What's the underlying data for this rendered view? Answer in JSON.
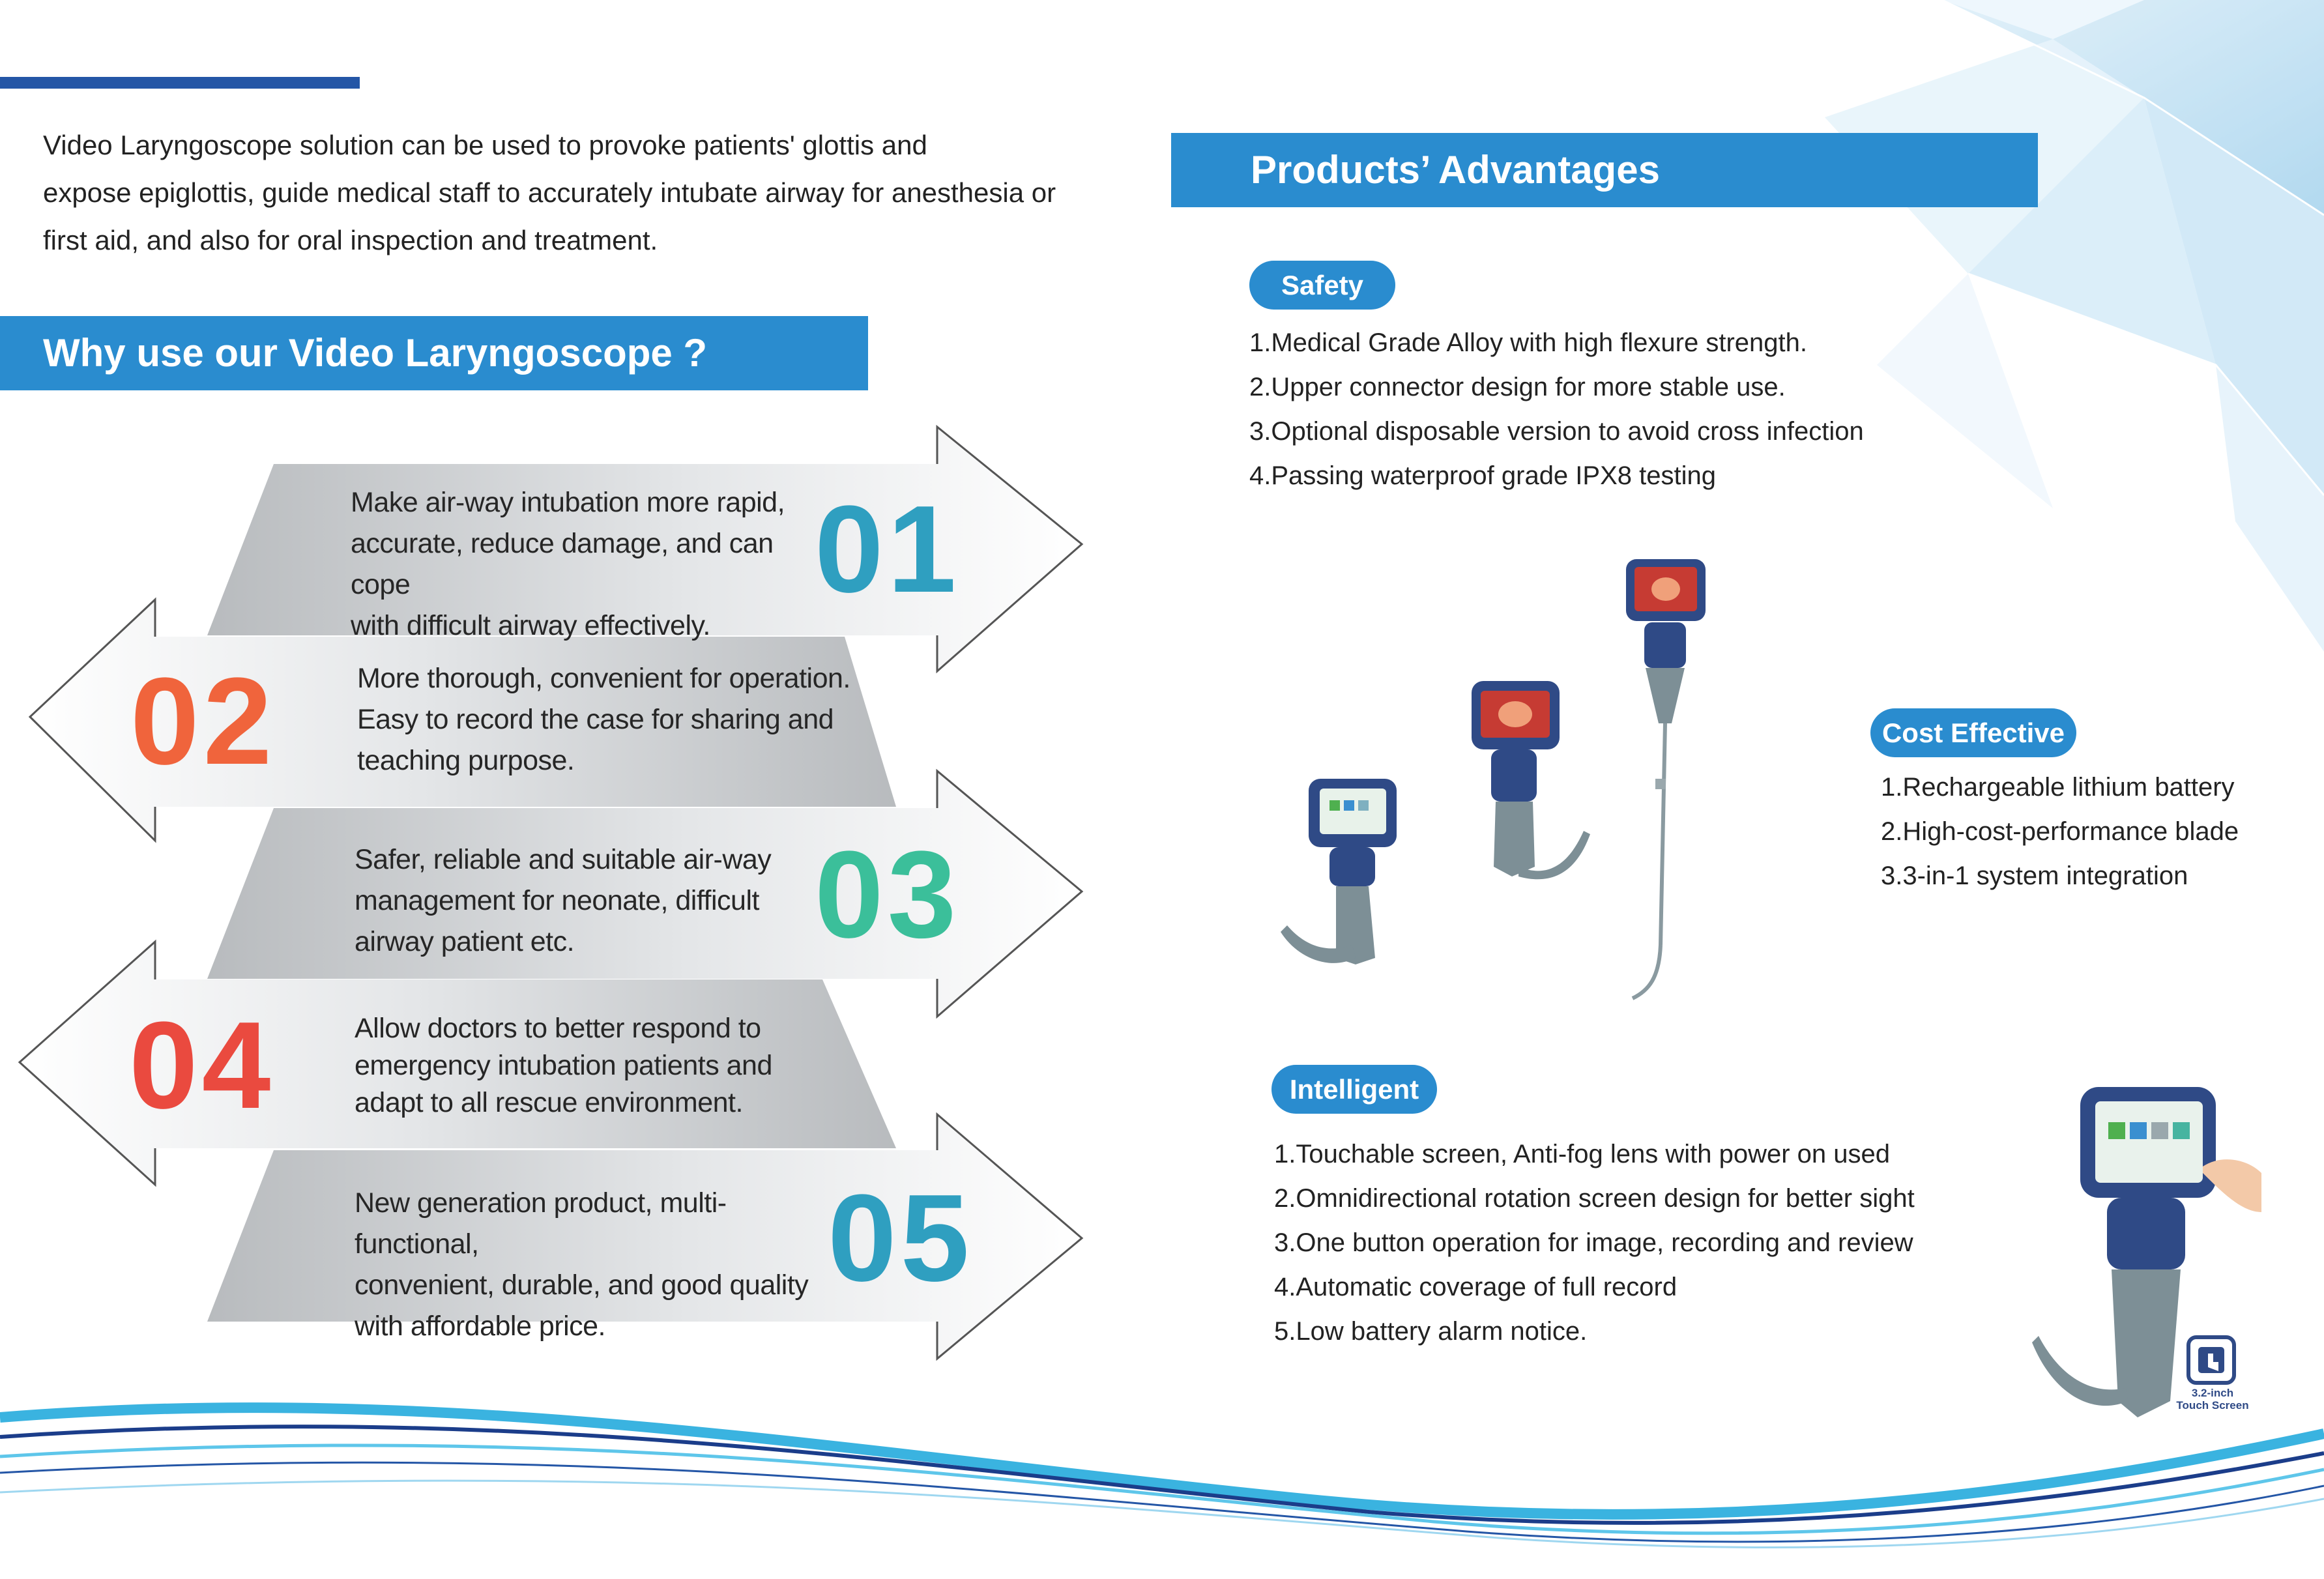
{
  "intro": {
    "lines": [
      "Video Laryngoscope solution can be used to provoke patients' glottis and",
      "expose epiglottis, guide medical staff to accurately intubate airway for anesthesia or",
      "first aid, and also for oral inspection and treatment."
    ]
  },
  "why": {
    "title": "Why use our Video Laryngoscope ?",
    "items": [
      {
        "number": "01",
        "lines": [
          "Make air-way intubation more rapid,",
          "accurate, reduce damage, and can cope",
          "with difficult airway effectively."
        ]
      },
      {
        "number": "02",
        "lines": [
          "More thorough, convenient for operation.",
          "Easy to record the case for sharing and",
          "teaching purpose."
        ]
      },
      {
        "number": "03",
        "lines": [
          "Safer, reliable and suitable air-way",
          "management for neonate, difficult",
          "airway patient etc."
        ]
      },
      {
        "number": "04",
        "lines": [
          "Allow doctors to better respond to",
          "emergency intubation patients and",
          "adapt to all rescue environment."
        ]
      },
      {
        "number": "05",
        "lines": [
          "New generation product, multi-functional,",
          "convenient, durable, and good quality",
          "with affordable price."
        ]
      }
    ]
  },
  "advantages": {
    "title": "Products’ Advantages",
    "safety": {
      "label": "Safety",
      "items": [
        "1.Medical Grade Alloy with high flexure strength.",
        "2.Upper connector design for more stable use.",
        "3.Optional disposable version to avoid cross infection",
        "4.Passing waterproof grade IPX8 testing"
      ]
    },
    "cost": {
      "label": "Cost Effective",
      "items": [
        "1.Rechargeable lithium battery",
        "2.High-cost-performance blade",
        "3.3-in-1 system integration"
      ]
    },
    "intelligent": {
      "label": "Intelligent",
      "items": [
        "1.Touchable screen, Anti-fog lens with power on used",
        "2.Omnidirectional rotation screen design for better sight",
        "3.One button operation for image, recording and review",
        "4.Automatic coverage of full record",
        "5.Low battery alarm notice."
      ]
    }
  },
  "touch_badge": {
    "line1": "3.2-inch",
    "line2": "Touch Screen"
  },
  "colors": {
    "header_blue": "#2a8ccf",
    "top_bar": "#2456a6",
    "num_teal": "#2f9fc0",
    "num_orange": "#f0643c",
    "num_green": "#3bbf9a",
    "num_red": "#ea4a3f",
    "device_navy": "#2f4a86",
    "device_grey": "#7d8f96"
  }
}
